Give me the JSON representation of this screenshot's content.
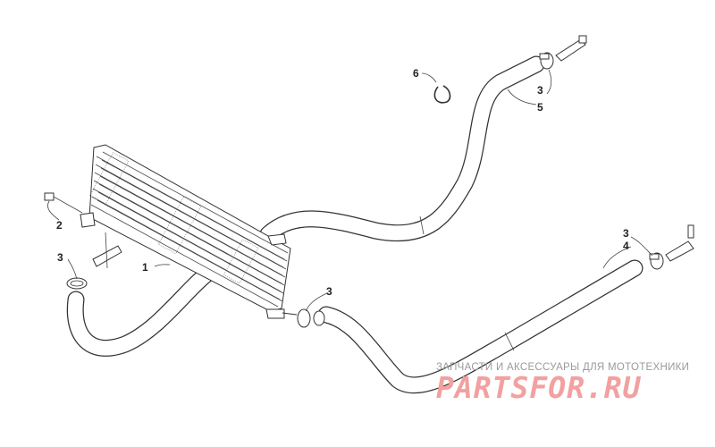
{
  "callouts": [
    {
      "id": "1",
      "label": "1"
    },
    {
      "id": "2",
      "label": "2"
    },
    {
      "id": "3a",
      "label": "3"
    },
    {
      "id": "3b",
      "label": "3"
    },
    {
      "id": "3c",
      "label": "3"
    },
    {
      "id": "3d",
      "label": "3"
    },
    {
      "id": "4",
      "label": "4"
    },
    {
      "id": "5",
      "label": "5"
    },
    {
      "id": "6",
      "label": "6"
    }
  ],
  "watermark": {
    "subtitle": "ЗАПЧАСТИ И АКСЕССУАРЫ ДЛЯ МОТОТЕХНИКИ",
    "brand": "PARTSFOR.RU"
  },
  "colors": {
    "line": "#333333",
    "watermark_brand": "#f2a0a0",
    "watermark_subtitle": "#9a9a9a"
  }
}
